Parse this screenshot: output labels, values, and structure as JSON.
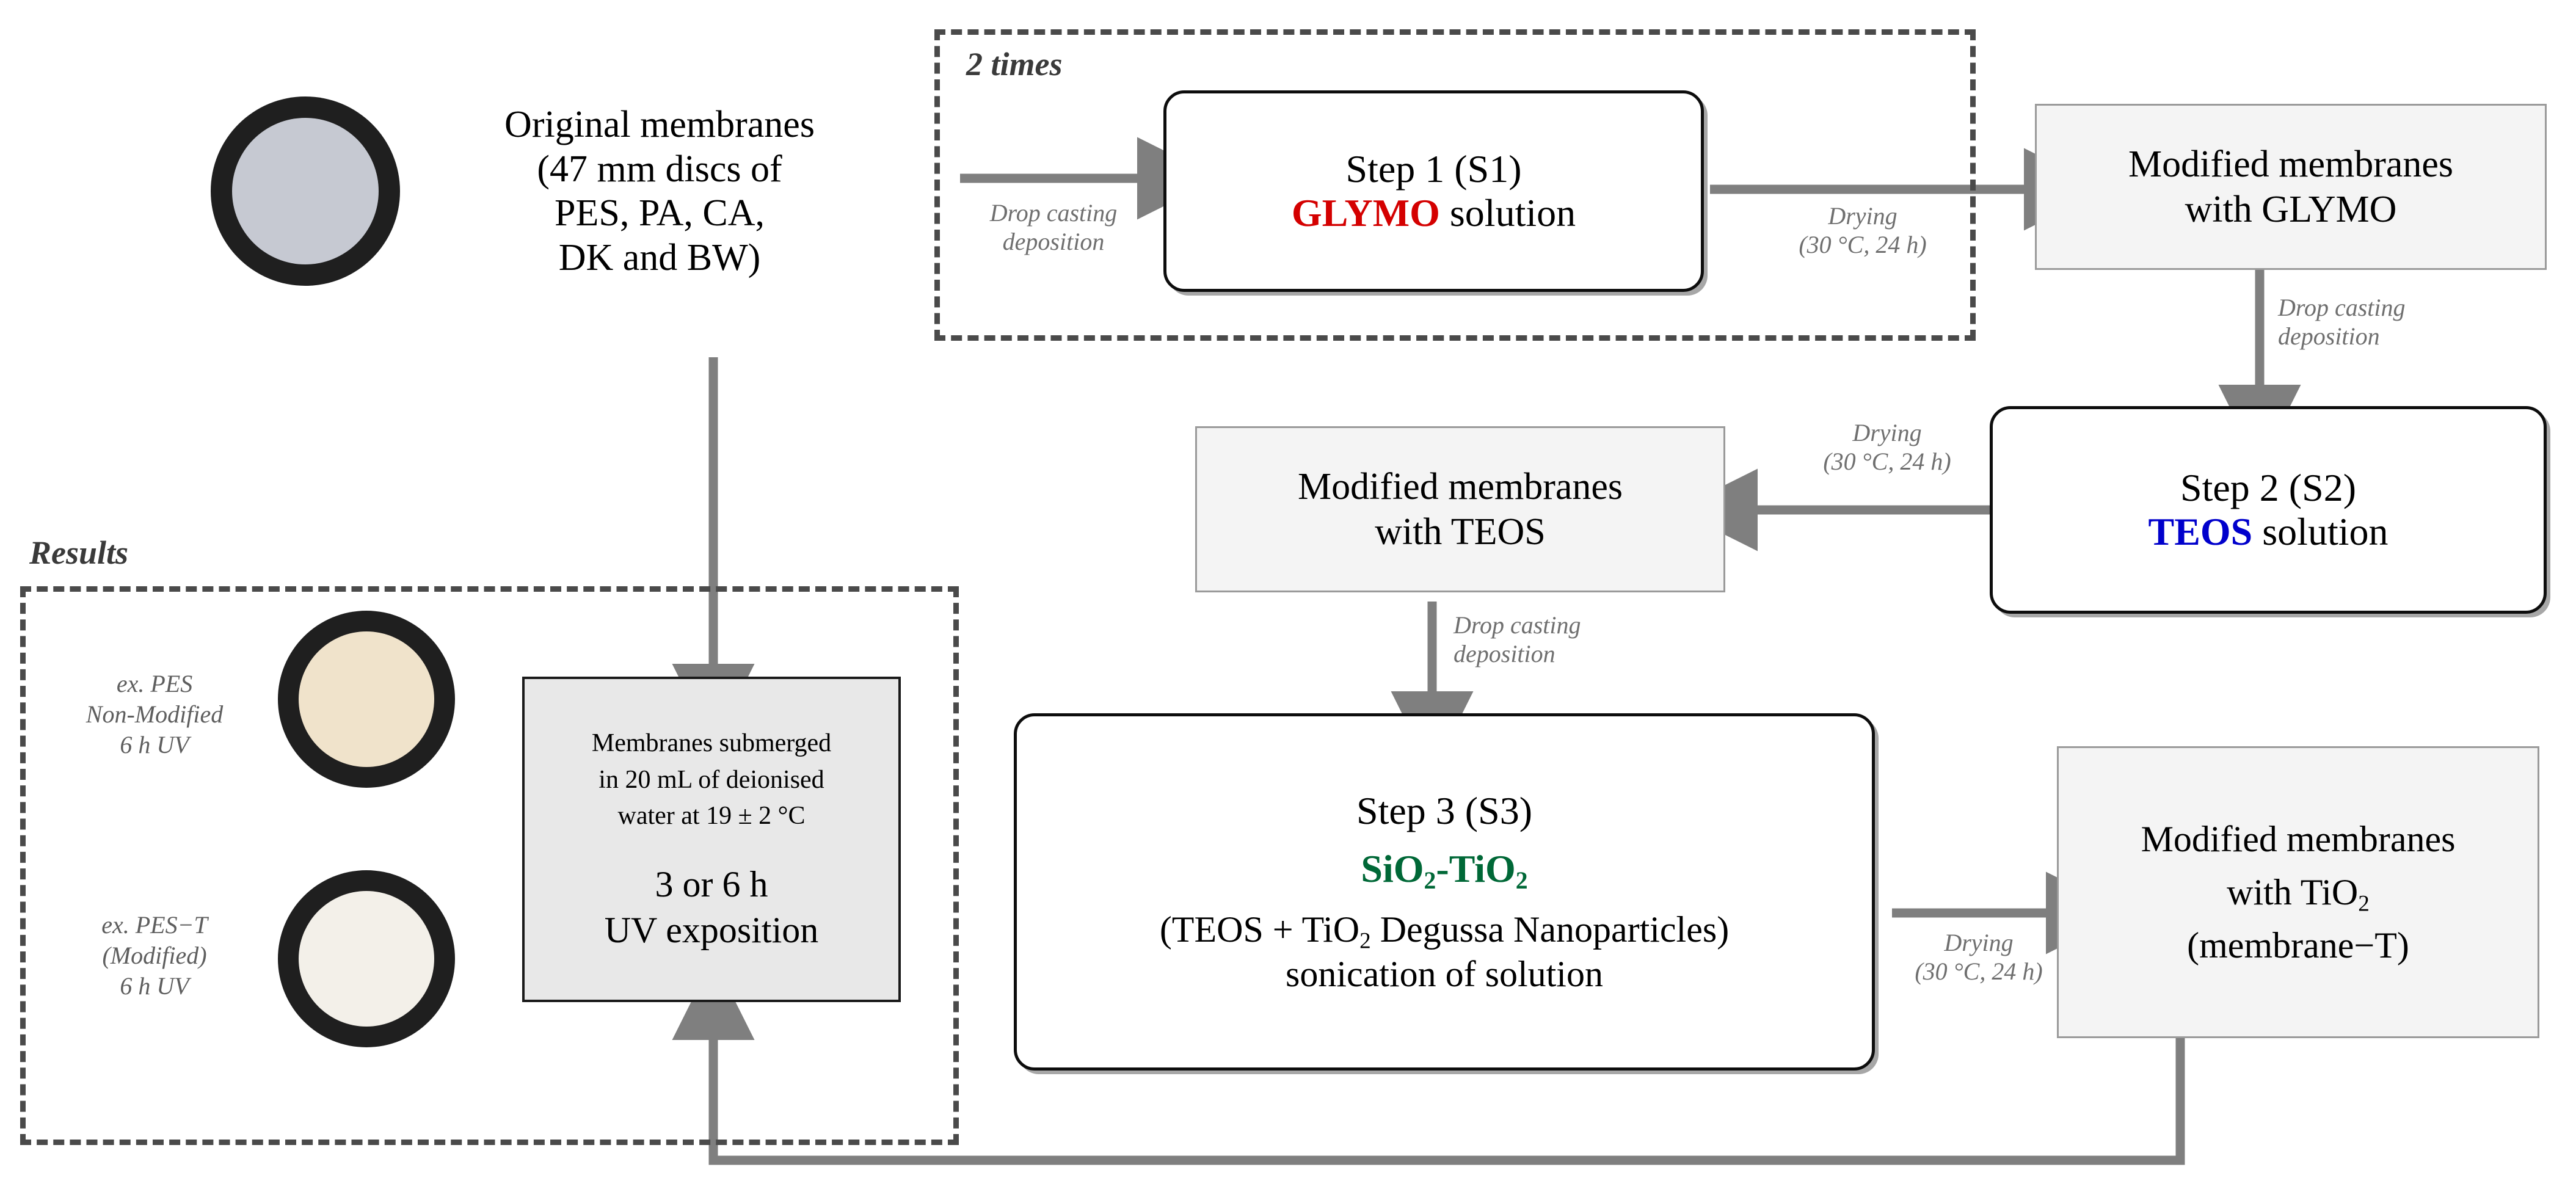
{
  "figure": {
    "groups": {
      "repeat": {
        "label": "2 times"
      },
      "results": {
        "label": "Results"
      }
    },
    "source": {
      "title": "Original membranes",
      "line2": "(47 mm discs of",
      "line3": "PES, PA, CA,",
      "line4": "DK and BW)"
    },
    "steps": [
      {
        "id": "S1",
        "title": "Step 1 (S1)",
        "chem": "GLYMO",
        "chem_color": "#d40000",
        "suffix": " solution"
      },
      {
        "id": "S2",
        "title": "Step 2 (S2)",
        "chem": "TEOS",
        "chem_color": "#0000cc",
        "suffix": " solution"
      },
      {
        "id": "S3",
        "title": "Step 3 (S3)",
        "chem_si": "SiO",
        "chem_si_sub": "2",
        "chem_dash": "-",
        "chem_ti": "TiO",
        "chem_ti_sub": "2",
        "chem_color": "#006837",
        "detail_a": "(TEOS + TiO",
        "detail_a_sub": "2",
        "detail_a_rest": " Degussa Nanoparticles)",
        "detail_b": "sonication of solution"
      }
    ],
    "products": [
      {
        "line1": "Modified membranes",
        "line2": "with GLYMO"
      },
      {
        "line1": "Modified membranes",
        "line2": "with TEOS"
      },
      {
        "line1": "Modified membranes",
        "line2_a": "with TiO",
        "line2_sub": "2",
        "line3": "(membrane−T)"
      }
    ],
    "uv_box": {
      "line1": "Membranes submerged",
      "line2": "in 20 mL of deionised",
      "line3": "water at 19 ± 2 °C",
      "line4": "3 or 6 h",
      "line5": "UV exposition"
    },
    "edges": [
      {
        "id": "e-source-s1",
        "line1": "Drop casting",
        "line2": "deposition"
      },
      {
        "id": "e-s1-glymo",
        "line1": "Drying",
        "line2": "(30 °C, 24 h)"
      },
      {
        "id": "e-glymo-s2",
        "line1": "Drop casting",
        "line2": "deposition"
      },
      {
        "id": "e-s2-teos",
        "line1": "Drying",
        "line2": "(30 °C, 24 h)"
      },
      {
        "id": "e-teos-s3",
        "line1": "Drop casting",
        "line2": "deposition"
      },
      {
        "id": "e-s3-tio2",
        "line1": "Drying",
        "line2": "(30 °C, 24 h)"
      }
    ],
    "samples": [
      {
        "line1": "ex. PES",
        "line2": "Non-Modified",
        "line3": "6 h UV",
        "core_color": "#f0e3cb"
      },
      {
        "line1": "ex. PES−T",
        "line2": "(Modified)",
        "line3": "6 h UV",
        "core_color": "#f3f0e9"
      }
    ],
    "source_disc": {
      "core_color": "#c6c9d2"
    },
    "colors": {
      "arrow": "#7f7f7f",
      "dashed_frame": "#4a4a4a",
      "product_fill": "#f4f4f4",
      "uv_fill": "#e8e8e8",
      "disc_ring": "#1f1f1f"
    }
  }
}
